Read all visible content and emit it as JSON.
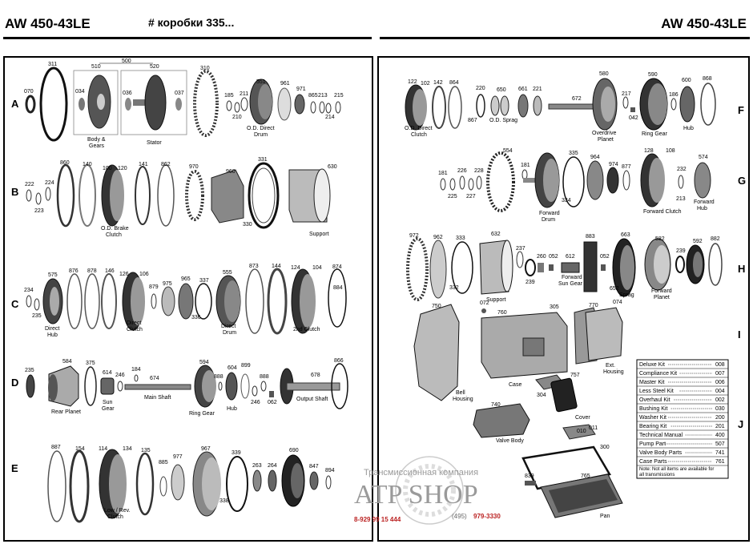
{
  "header": {
    "title_left": "AW 450-43LE",
    "title_right": "AW 450-43LE",
    "note": "# коробки 335..."
  },
  "rows_left": [
    "A",
    "B",
    "C",
    "D",
    "E"
  ],
  "rows_right": [
    "F",
    "G",
    "H",
    "I",
    "J"
  ],
  "captions": {
    "body_gears": "Body &",
    "body_gears2": "Gears",
    "stator": "Stator",
    "od_direct_drum": "O.D. Direct",
    "od_direct_drum2": "Drum",
    "od_brake": "O.D. Brake",
    "od_brake2": "Clutch",
    "support_b": "Support",
    "direct_hub": "Direct",
    "direct_hub2": "Hub",
    "direct_clutch": "Direct",
    "direct_clutch2": "Clutch",
    "direct_drum": "Direct",
    "direct_drum2": "Drum",
    "second_clutch": "2nd Clutch",
    "rear_planet": "Rear Planet",
    "sun_gear": "Sun",
    "sun_gear2": "Gear",
    "main_shaft": "Main Shaft",
    "ring_gear_d": "Ring Gear",
    "hub_d": "Hub",
    "output_shaft": "Output Shaft",
    "low_rev": "Low / Rev.",
    "low_rev2": "Clutch",
    "od_direct_clutch": "O.D. Direct",
    "od_direct_clutch2": "Clutch",
    "od_sprag": "O.D. Sprag",
    "overdrive_planet": "Overdrive",
    "overdrive_planet2": "Planet",
    "ring_gear_f": "Ring Gear",
    "hub_f": "Hub",
    "forward_drum": "Forward",
    "forward_drum2": "Drum",
    "forward_clutch": "Forward Clutch",
    "forward_hub": "Forward",
    "forward_hub2": "Hub",
    "support_h": "Support",
    "forward_sun_gear": "Forward",
    "forward_sun_gear2": "Sun Gear",
    "sprag": "Sprag",
    "forward_planet": "Forward",
    "forward_planet2": "Planet",
    "case": "Case",
    "bell_housing": "Bell",
    "bell_housing2": "Housing",
    "ext_housing": "Ext.",
    "ext_housing2": "Housing",
    "cover": "Cover",
    "valve_body": "Valve Body",
    "pan": "Pan"
  },
  "part_numbers": {
    "a": [
      "070",
      "311",
      "510",
      "034",
      "500",
      "520",
      "036",
      "037",
      "310",
      "185",
      "210",
      "211",
      "551",
      "961",
      "971",
      "865",
      "213",
      "214",
      "215"
    ],
    "b": [
      "222",
      "223",
      "224",
      "860",
      "140",
      "100",
      "120",
      "141",
      "862",
      "970",
      "960",
      "331",
      "330",
      "630"
    ],
    "c": [
      "234",
      "235",
      "575",
      "876",
      "878",
      "146",
      "126",
      "106",
      "879",
      "975",
      "965",
      "337",
      "336",
      "555",
      "873",
      "144",
      "124",
      "104",
      "874",
      "884"
    ],
    "d": [
      "235",
      "584",
      "375",
      "614",
      "246",
      "184",
      "674",
      "594",
      "888",
      "604",
      "899",
      "246",
      "888",
      "062",
      "678",
      "866"
    ],
    "e": [
      "887",
      "154",
      "114",
      "134",
      "135",
      "885",
      "977",
      "967",
      "338",
      "339",
      "263",
      "264",
      "690",
      "847",
      "894"
    ],
    "f": [
      "122",
      "102",
      "142",
      "864",
      "867",
      "220",
      "650",
      "661",
      "221",
      "672",
      "580",
      "217",
      "042",
      "590",
      "186",
      "600",
      "868"
    ],
    "g": [
      "554",
      "181",
      "225",
      "226",
      "227",
      "228",
      "181",
      "335",
      "334",
      "964",
      "974",
      "877",
      "128",
      "108",
      "232",
      "213",
      "574"
    ],
    "h": [
      "972",
      "962",
      "333",
      "332",
      "632",
      "237",
      "239",
      "260",
      "052",
      "612",
      "883",
      "052",
      "663",
      "652",
      "582",
      "239",
      "592",
      "882"
    ],
    "i": [
      "750",
      "072",
      "760",
      "305",
      "770",
      "074",
      "757",
      "304",
      "740",
      "010",
      "011",
      "300",
      "839",
      "765"
    ]
  },
  "kits": {
    "rows": [
      {
        "name": "Deluxe Kit",
        "code": "008"
      },
      {
        "name": "Compliance Kit",
        "code": "007"
      },
      {
        "name": "Master Kit",
        "code": "006"
      },
      {
        "name": "Less Steel Kit",
        "code": "004"
      },
      {
        "name": "Overhaul Kit",
        "code": "002"
      },
      {
        "name": "Bushing Kit",
        "code": "030"
      },
      {
        "name": "Washer Kit",
        "code": "200"
      },
      {
        "name": "Bearing Kit",
        "code": "201"
      },
      {
        "name": "Technical Manual",
        "code": "400"
      },
      {
        "name": "Pump Part",
        "code": "507"
      },
      {
        "name": "Valve Body Parts",
        "code": "741"
      },
      {
        "name": "Case Parts",
        "code": "761"
      }
    ],
    "note1": "Note: Not all items are available for",
    "note2": "all transmissions"
  },
  "watermark": {
    "company": "Трансмиссионная компания",
    "brand": "ATP SHOP",
    "phone_left": "8-929 99 15 444",
    "phone_right_prefix": "(495)",
    "phone_right": "979-3330"
  }
}
